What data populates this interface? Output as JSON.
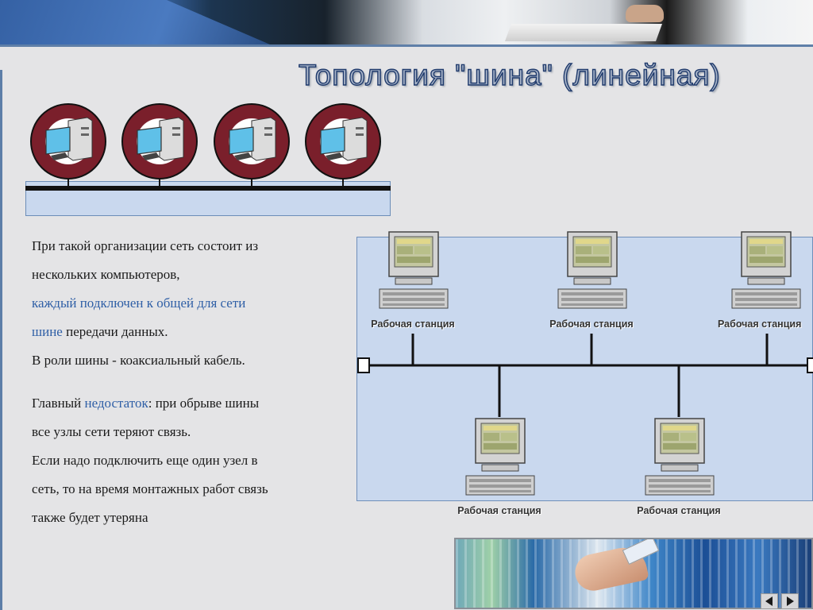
{
  "slide": {
    "title": "Топология \"шина\" (линейная)"
  },
  "paragraph_1": {
    "line_1": "При такой организации сеть состоит из",
    "line_2": "нескольких компьютеров,",
    "line_3": "каждый подключен к общей для сети",
    "line_4_highlight": "шине",
    "line_4_rest": " передачи данных.",
    "line_5": "В роли шины - коаксиальный кабель."
  },
  "paragraph_2": {
    "line_1_start": "Главный ",
    "line_1_highlight": "недостаток",
    "line_1_end": ": при обрыве шины",
    "line_2": "все узлы сети теряют связь.",
    "line_3": "Если надо подключить еще один узел в",
    "line_4": "сеть, то на время монтажных работ связь",
    "line_5": "также будет утеряна"
  },
  "network_diagram": {
    "workstations": [
      {
        "label": "Рабочая станция"
      },
      {
        "label": "Рабочая станция"
      },
      {
        "label": "Рабочая станция"
      },
      {
        "label": "Рабочая станция"
      },
      {
        "label": "Рабочая станция"
      }
    ]
  },
  "icons": {
    "pc": "computer-icon",
    "workstation": "workstation-icon",
    "terminator": "bus-terminator-icon",
    "nav_prev": "arrow-left-icon",
    "nav_next": "arrow-right-icon"
  },
  "colors": {
    "title_fill": "#a8b4c8",
    "title_outline": "#1f3a6c",
    "highlight_text": "#2f5fa6",
    "panel_background": "#c9d8ee",
    "circle_ring": "#7a1f2b",
    "bus_line": "#111111"
  }
}
